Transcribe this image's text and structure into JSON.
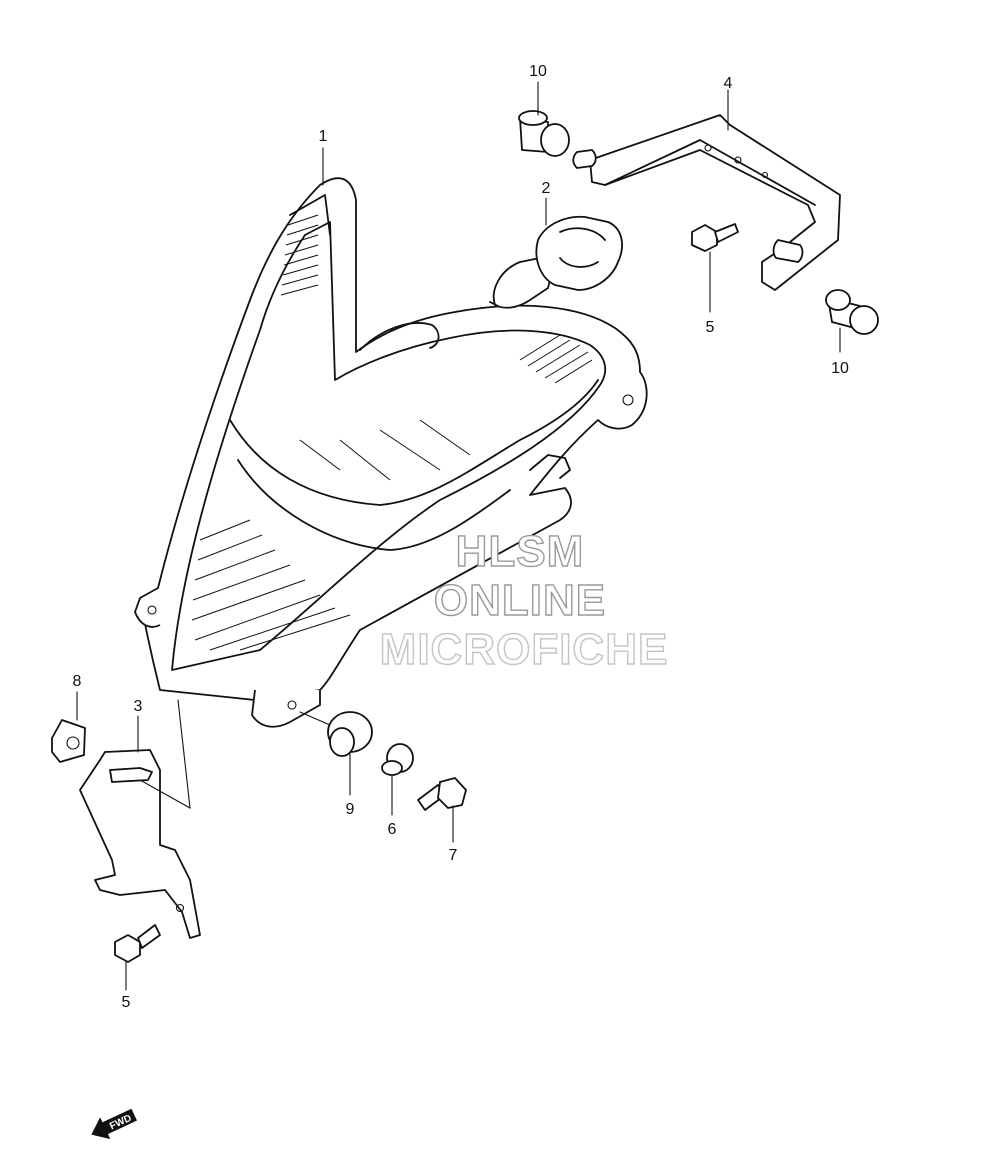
{
  "callouts": {
    "p10a": "10",
    "p4": "4",
    "p1": "1",
    "p2": "2",
    "p5a": "5",
    "p10b": "10",
    "p8": "8",
    "p3": "3",
    "p9": "9",
    "p6": "6",
    "p7": "7",
    "p5b": "5"
  },
  "watermark": {
    "line1": "HLSM",
    "line2": "ONLINE",
    "line3": "MICROFICHE"
  },
  "fwd_label": "FWD"
}
